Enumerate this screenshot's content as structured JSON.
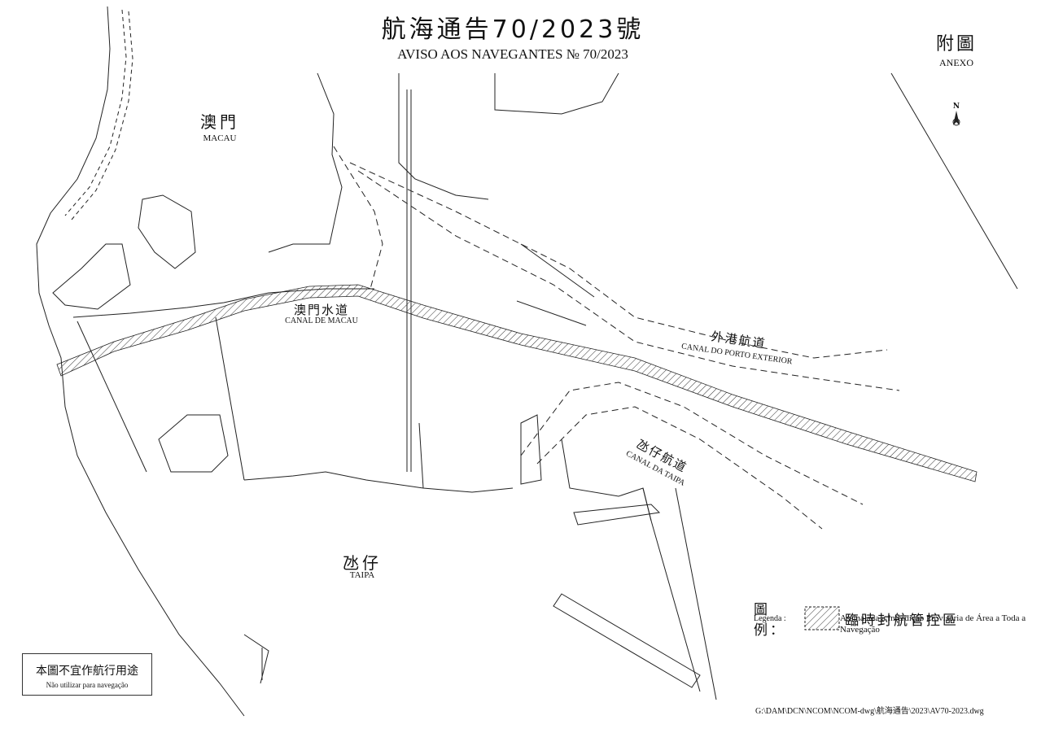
{
  "title": {
    "zh": "航海通告70/2023號",
    "pt": "AVISO AOS NAVEGANTES № 70/2023"
  },
  "annex": {
    "zh": "附圖",
    "pt": "ANEXO"
  },
  "north_label": "N",
  "places": {
    "macau": {
      "zh": "澳門",
      "pt": "MACAU"
    },
    "taipa": {
      "zh": "氹仔",
      "pt": "TAIPA"
    }
  },
  "channels": {
    "macau": {
      "zh": "澳門水道",
      "pt": "CANAL DE MACAU"
    },
    "porto_exterior": {
      "zh": "外港航道",
      "pt": "CANAL DO PORTO EXTERIOR"
    },
    "taipa": {
      "zh": "氹仔航道",
      "pt": "CANAL DA TAIPA"
    }
  },
  "legend": {
    "key_zh": "圖例：",
    "key_pt": "Legenda :",
    "value_zh": "臨時封航管控區",
    "value_pt": "Assinalada a Interdição Provisória de Área a Toda a Navegação"
  },
  "disclaimer": {
    "zh": "本圖不宜作航行用途",
    "pt": "Não utilizar para navegação"
  },
  "file_path": "G:\\DAM\\DCN\\NCOM\\NCOM-dwg\\航海通告\\2023\\AV70-2023.dwg",
  "colors": {
    "line": "#222222",
    "background": "#ffffff"
  }
}
